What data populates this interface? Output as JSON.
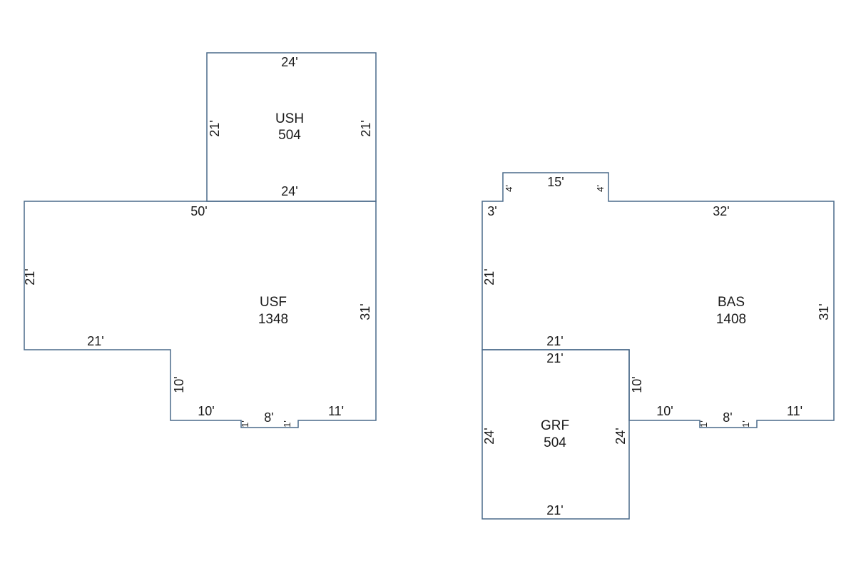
{
  "sketches": {
    "upper": {
      "ush": {
        "code": "USH",
        "area": "504",
        "dims": {
          "top": "24'",
          "left": "21'",
          "right": "21'",
          "bottom": "24'"
        }
      },
      "usf": {
        "code": "USF",
        "area": "1348",
        "dims": {
          "top": "50'",
          "left": "21'",
          "right": "31'",
          "ledge": "21'",
          "step": "10'",
          "bottom_left": "10'",
          "notch_left": "1'",
          "notch": "8'",
          "notch_right": "1'",
          "bottom_right": "11'"
        }
      }
    },
    "main": {
      "bas": {
        "code": "BAS",
        "area": "1408",
        "dims": {
          "bump_left": "4'",
          "bump_top": "15'",
          "bump_right": "4'",
          "left_short": "3'",
          "top": "32'",
          "left": "21'",
          "right": "31'",
          "shared": "21'",
          "step": "10'",
          "bottom_left": "10'",
          "notch_left": "1'",
          "notch": "8'",
          "notch_right": "1'",
          "bottom_right": "11'"
        }
      },
      "grf": {
        "code": "GRF",
        "area": "504",
        "dims": {
          "top": "21'",
          "left": "24'",
          "right": "24'",
          "bottom": "21'"
        }
      }
    }
  }
}
